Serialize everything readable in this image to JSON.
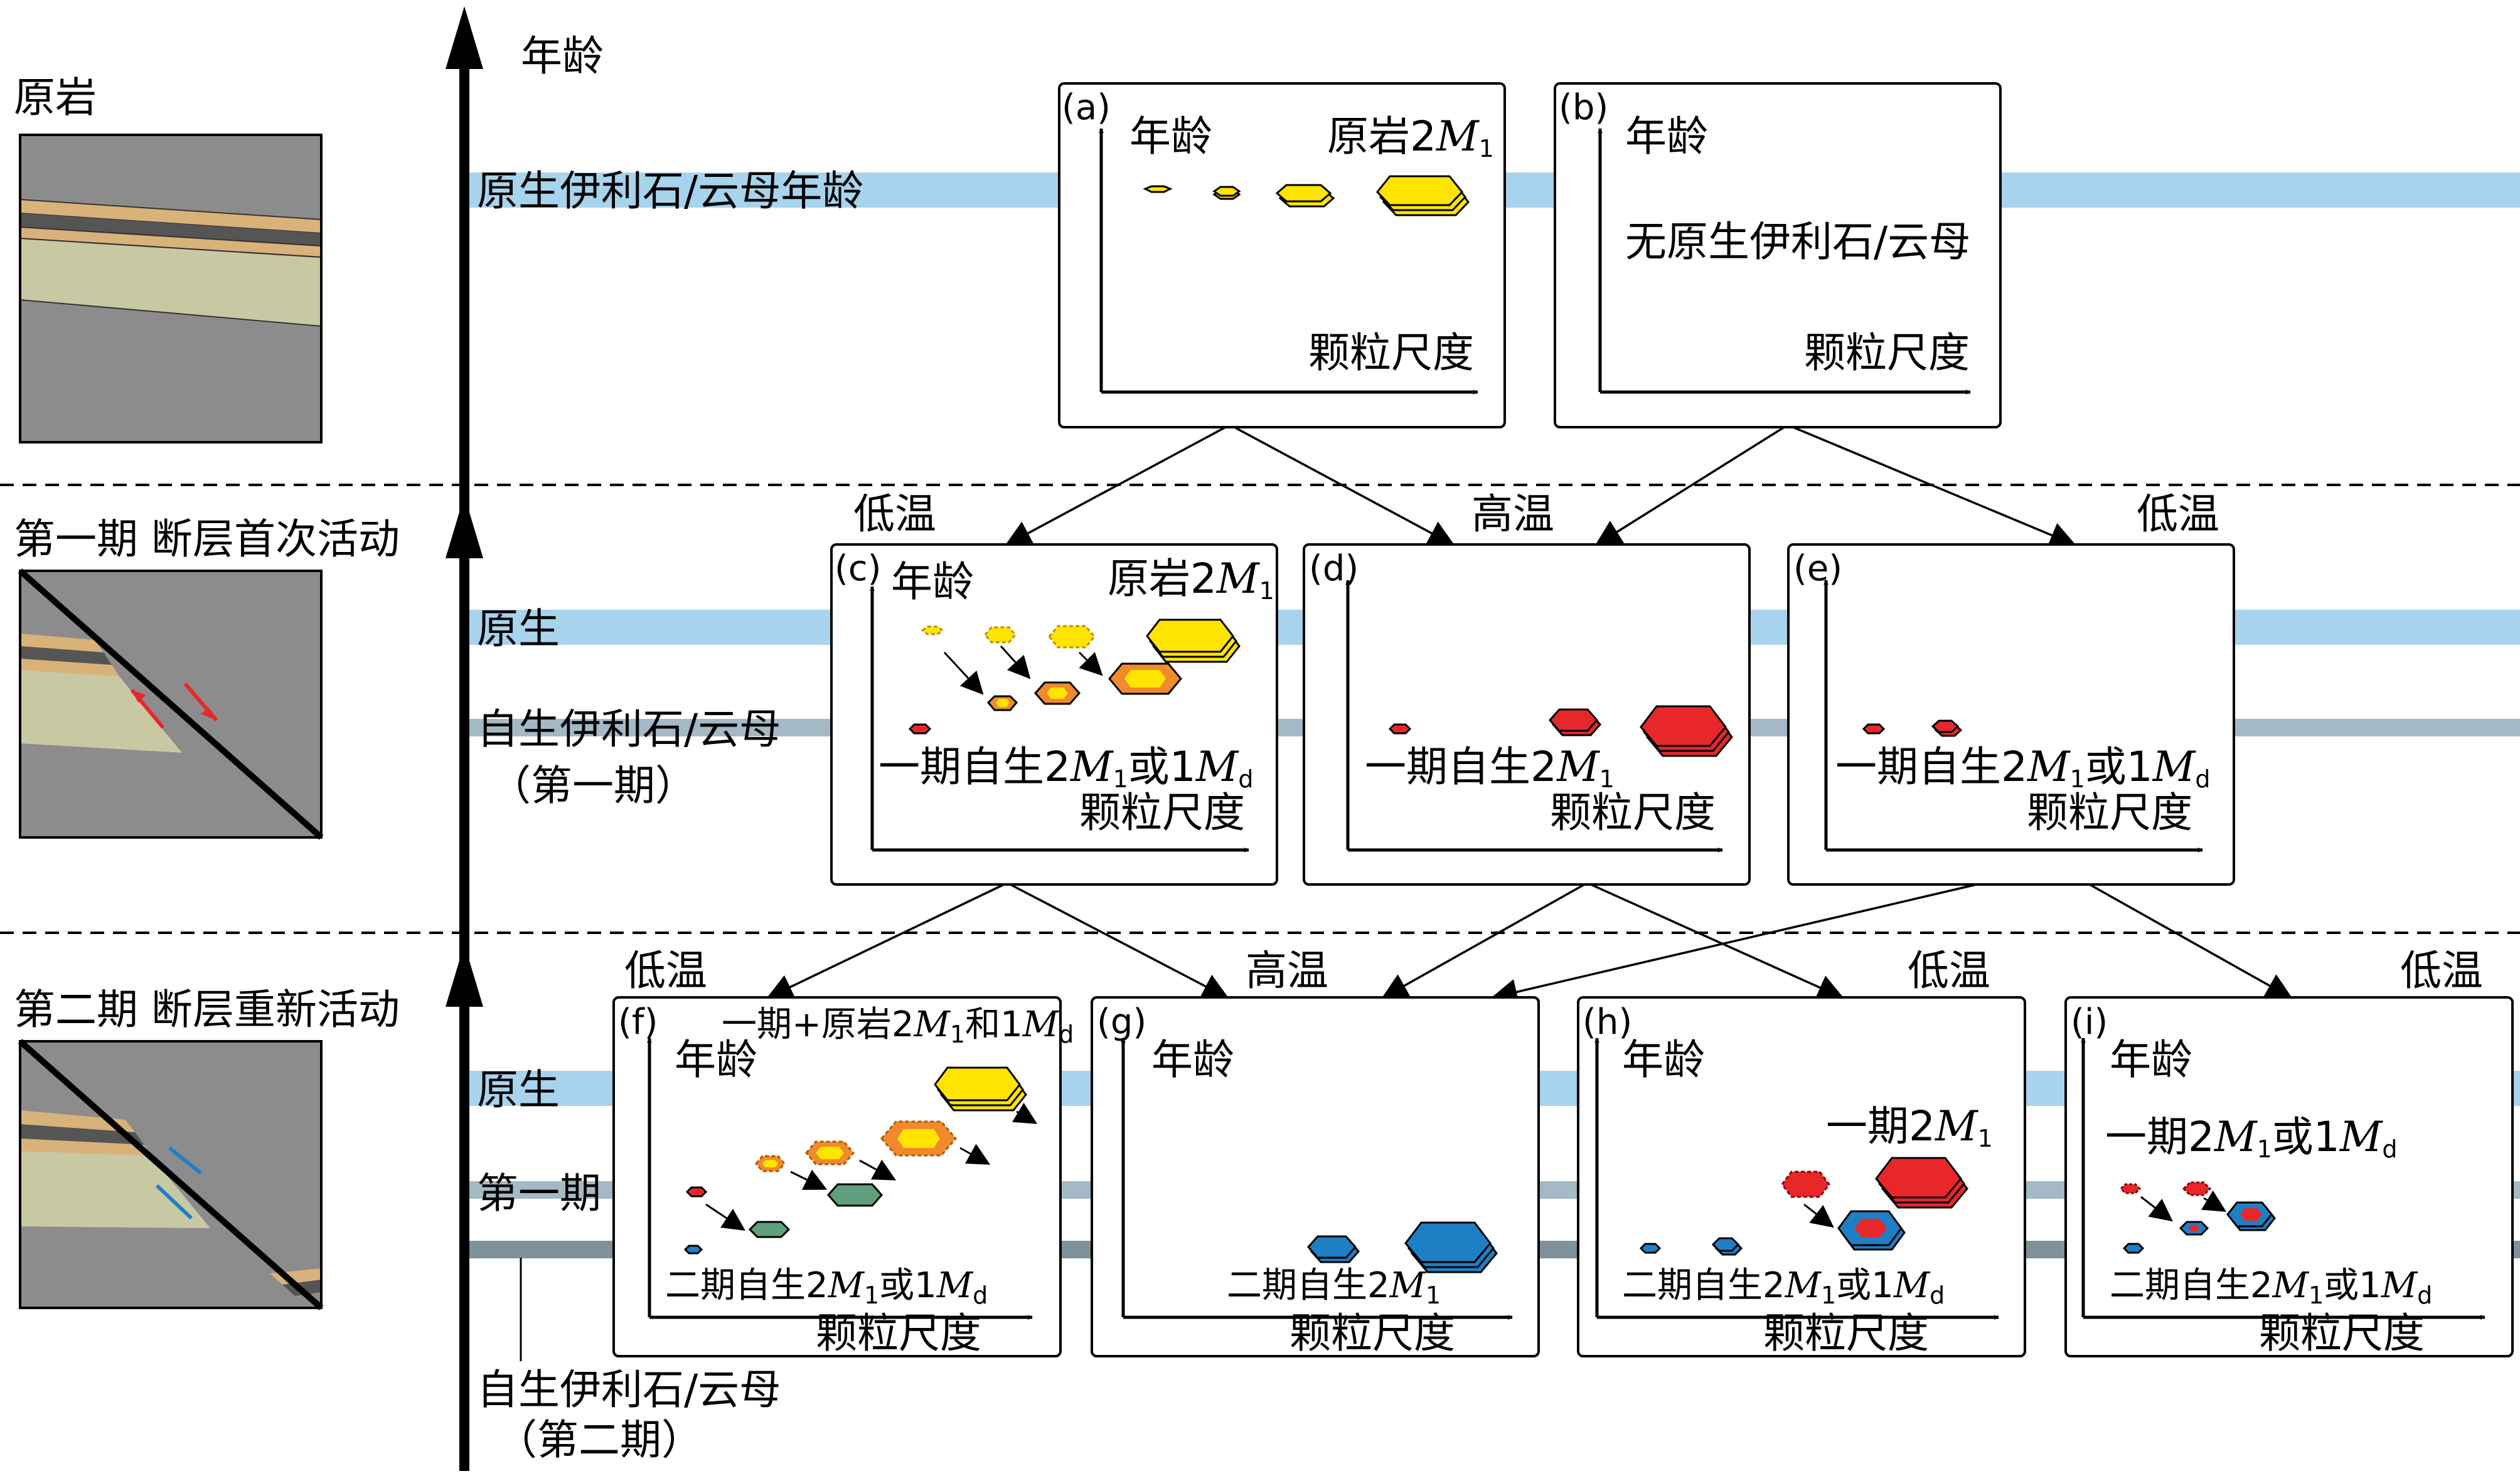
{
  "colors": {
    "primary_band": "#a7d3ec",
    "stage1_band": "#a3b9c5",
    "stage2_band": "#7f919b",
    "yellow": "#ffe400",
    "orange": "#f08a2c",
    "red": "#e8272a",
    "green": "#5f9f7c",
    "blue": "#1e7fc5",
    "rock_gray": "#8c8c8c",
    "rock_dark": "#555555",
    "rock_tan": "#d9b27a",
    "rock_olive": "#c8c9a3"
  },
  "timeline": {
    "axis_label": "年龄",
    "row_labels": [
      "原岩",
      "第一期 断层首次活动",
      "第二期 断层重新活动"
    ]
  },
  "bands": {
    "primary_full": "原生伊利石/云母年龄",
    "primary_short": "原生",
    "authigenic_stage1": "自生伊利石/云母",
    "stage1_paren": "（第一期）",
    "stage1_short": "第一期",
    "authigenic_stage2": "自生伊利石/云母",
    "stage2_paren": "（第二期）"
  },
  "temps": {
    "low": "低温",
    "high": "高温"
  },
  "panels": {
    "a": {
      "tag": "(a)",
      "y_axis": "年龄",
      "x_axis": "颗粒尺度",
      "note_pre": "原岩2",
      "note_M": "M",
      "note_sub": "1"
    },
    "b": {
      "tag": "(b)",
      "y_axis": "年龄",
      "x_axis": "颗粒尺度",
      "note": "无原生伊利石/云母"
    },
    "c": {
      "tag": "(c)",
      "y_axis": "年龄",
      "x_axis": "颗粒尺度",
      "top_pre": "原岩2",
      "top_M": "M",
      "top_sub": "1",
      "bot_pre": "一期自生2",
      "bot_M1": "M",
      "bot_sub1": "1",
      "bot_mid": "或1",
      "bot_M2": "M",
      "bot_sub2": "d"
    },
    "d": {
      "tag": "(d)",
      "x_axis": "颗粒尺度",
      "bot_pre": "一期自生2",
      "bot_M": "M",
      "bot_sub": "1"
    },
    "e": {
      "tag": "(e)",
      "x_axis": "颗粒尺度",
      "bot_pre": "一期自生2",
      "bot_M1": "M",
      "bot_sub1": "1",
      "bot_mid": "或1",
      "bot_M2": "M",
      "bot_sub2": "d"
    },
    "f": {
      "tag": "(f)",
      "y_axis": "年龄",
      "x_axis": "颗粒尺度",
      "top_pre": "一期+原岩2",
      "top_M1": "M",
      "top_sub1": "1",
      "top_mid": "和1",
      "top_M2": "M",
      "top_sub2": "d",
      "bot_pre": "二期自生2",
      "bot_M1": "M",
      "bot_sub1": "1",
      "bot_mid": "或1",
      "bot_M2": "M",
      "bot_sub2": "d"
    },
    "g": {
      "tag": "(g)",
      "y_axis": "年龄",
      "x_axis": "颗粒尺度",
      "bot_pre": "二期自生2",
      "bot_M": "M",
      "bot_sub": "1"
    },
    "h": {
      "tag": "(h)",
      "y_axis": "年龄",
      "x_axis": "颗粒尺度",
      "top_pre": "一期2",
      "top_M": "M",
      "top_sub": "1",
      "bot_pre": "二期自生2",
      "bot_M1": "M",
      "bot_sub1": "1",
      "bot_mid": "或1",
      "bot_M2": "M",
      "bot_sub2": "d"
    },
    "i": {
      "tag": "(i)",
      "y_axis": "年龄",
      "x_axis": "颗粒尺度",
      "top_pre": "一期2",
      "top_M1": "M",
      "top_sub1": "1",
      "top_mid": "或1",
      "top_M2": "M",
      "top_sub2": "d",
      "bot_pre": "二期自生2",
      "bot_M1": "M",
      "bot_sub1": "1",
      "bot_mid": "或1",
      "bot_M2": "M",
      "bot_sub2": "d"
    }
  }
}
